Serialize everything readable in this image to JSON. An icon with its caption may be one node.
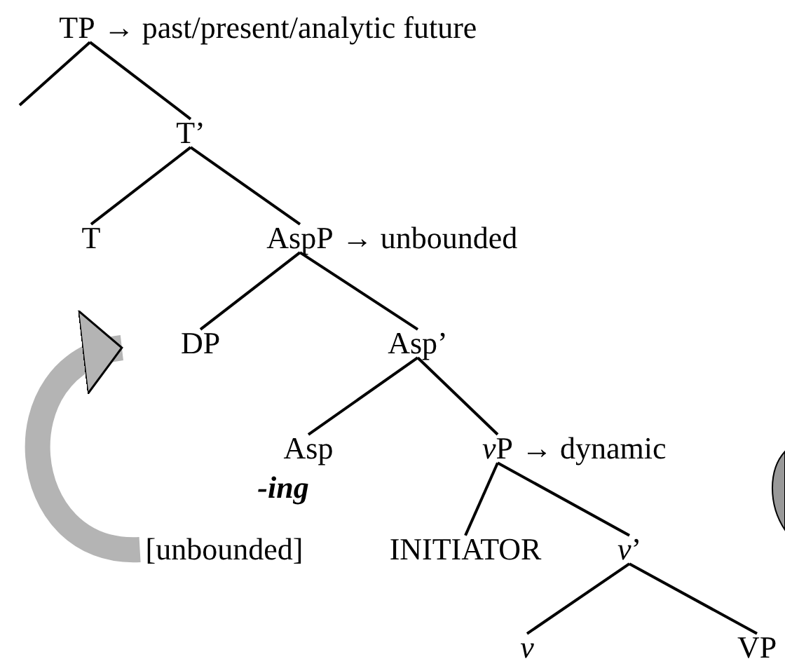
{
  "diagram": {
    "nodes": [
      {
        "text": [
          "TP"
        ],
        "beside": [
          "→ past/present/analytic future"
        ]
      },
      {
        "text": [
          "T’"
        ]
      },
      {
        "text": [
          "T"
        ]
      },
      {
        "text": [
          "AspP"
        ],
        "beside": [
          "→ unbounded"
        ]
      },
      {
        "text": [
          "DP"
        ]
      },
      {
        "text": [
          "Asp’"
        ]
      },
      {
        "text": [
          "Asp"
        ],
        "beside": [
          "-ing"
        ]
      },
      {
        "text": [
          "vP"
        ],
        "beside": [
          "→ dynamic"
        ]
      },
      {
        "text": [
          "[unbounded]"
        ]
      },
      {
        "text": [
          "INITIATOR"
        ]
      },
      {
        "text": [
          "v’"
        ]
      },
      {
        "text": [
          "v"
        ]
      },
      {
        "text": [
          "VP"
        ]
      }
    ],
    "edges": [
      {
        "from": 0,
        "to": null,
        "arrow": "none"
      },
      {
        "from": 0,
        "to": 1,
        "arrow": "none"
      },
      {
        "from": 1,
        "to": 2,
        "arrow": "none"
      },
      {
        "from": 1,
        "to": 3,
        "arrow": "none"
      },
      {
        "from": 3,
        "to": 4,
        "arrow": "none"
      },
      {
        "from": 3,
        "to": 5,
        "arrow": "none"
      },
      {
        "from": 5,
        "to": 6,
        "arrow": "none"
      },
      {
        "from": 5,
        "to": 7,
        "arrow": "none"
      },
      {
        "from": 7,
        "to": 9,
        "arrow": "none"
      },
      {
        "from": 7,
        "to": 10,
        "arrow": "none"
      },
      {
        "from": 10,
        "to": 11,
        "arrow": "none"
      },
      {
        "from": 10,
        "to": 12,
        "arrow": "none"
      },
      {
        "from": 8,
        "to": 4,
        "arrow": "to",
        "style": "thick",
        "color": "#b4b4b4"
      }
    ]
  }
}
